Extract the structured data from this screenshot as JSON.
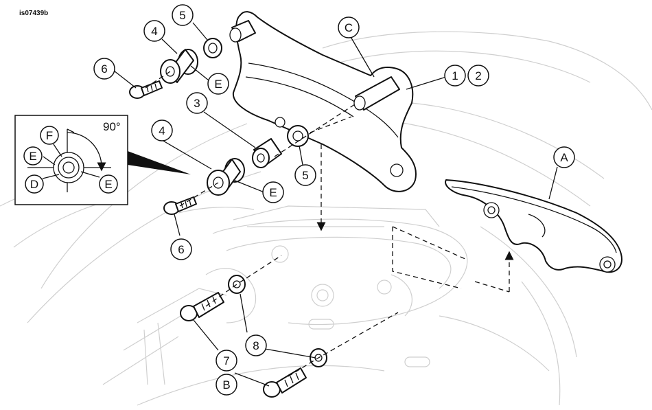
{
  "figure_id": "is07439b",
  "callouts": {
    "c1": "1",
    "c2": "2",
    "cC": "C",
    "c4a": "4",
    "c5a": "5",
    "c6a": "6",
    "cEa": "E",
    "c3": "3",
    "c4b": "4",
    "cEb": "E",
    "c5b": "5",
    "c6b": "6",
    "cA": "A",
    "c8": "8",
    "c7": "7",
    "cB": "B",
    "inset_F": "F",
    "inset_E1": "E",
    "inset_E2": "E",
    "inset_D": "D"
  },
  "inset": {
    "angle_label": "90°"
  }
}
